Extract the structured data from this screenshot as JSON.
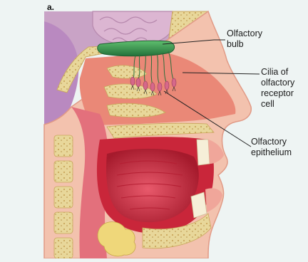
{
  "panel_letter": "a.",
  "labels": {
    "olfactory_bulb": "Olfactory\nbulb",
    "cilia": "Cilia of\nolfactory\nreceptor\ncell",
    "olfactory_epithelium": "Olfactory\nepithelium"
  },
  "colors": {
    "background": "#eef4f3",
    "skin": "#f3c2ae",
    "nasal_mucosa": "#e98474",
    "oral_cavity": "#c9263a",
    "tongue": "#e35666",
    "brain": "#d9b3cf",
    "bulb": "#3f9a52",
    "bone": "#e8d79a",
    "leader_line": "#222222"
  }
}
